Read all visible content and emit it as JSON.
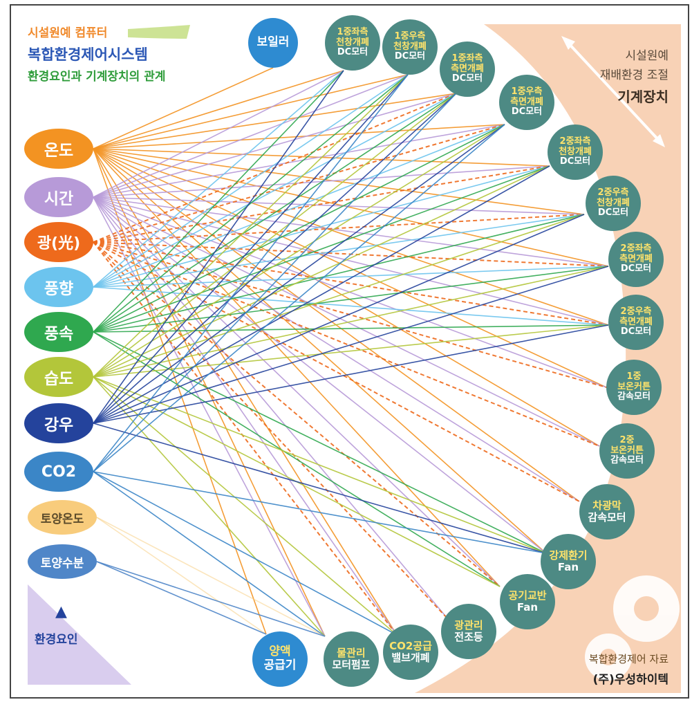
{
  "header": {
    "line1": "시설원예 컴퓨터",
    "line2": "복합환경제어시스템",
    "line3": "환경요인과 기계장치의 관계"
  },
  "device_title": {
    "line1": "시설원예",
    "line2": "재배환경 조절",
    "line3": "기계장치"
  },
  "env_label": {
    "arrow": "▲",
    "text": "환경요인"
  },
  "footer": {
    "line1": "복합환경제어 자료",
    "line2": "(주)우성하이텍"
  },
  "env_factors": [
    {
      "id": "temp",
      "label": "온도",
      "color": "#f39322"
    },
    {
      "id": "time",
      "label": "시간",
      "color": "#b79ad8"
    },
    {
      "id": "light",
      "label": "광(光)",
      "color": "#ee6a1c"
    },
    {
      "id": "winddir",
      "label": "풍향",
      "color": "#6cc4ee"
    },
    {
      "id": "windspeed",
      "label": "풍속",
      "color": "#2fa84f"
    },
    {
      "id": "humidity",
      "label": "습도",
      "color": "#b3c63a"
    },
    {
      "id": "rain",
      "label": "강우",
      "color": "#24439c"
    },
    {
      "id": "co2",
      "label": "CO2",
      "color": "#3b86c7"
    },
    {
      "id": "soiltemp",
      "label": "토양온도",
      "color": "#f8cc7c"
    },
    {
      "id": "soilmoist",
      "label": "토양수분",
      "color": "#4f86c8"
    }
  ],
  "devices": [
    {
      "id": "boiler",
      "line1": "보일러",
      "line2": "",
      "color": "#2e8bd1"
    },
    {
      "id": "d1",
      "line1": "1중좌측",
      "line2": "천창개폐",
      "line3": "DC모터",
      "color": "#4d8a84"
    },
    {
      "id": "d2",
      "line1": "1중우측",
      "line2": "천창개폐",
      "line3": "DC모터",
      "color": "#4d8a84"
    },
    {
      "id": "d3",
      "line1": "1중좌측",
      "line2": "측면개폐",
      "line3": "DC모터",
      "color": "#4d8a84"
    },
    {
      "id": "d4",
      "line1": "1중우측",
      "line2": "측면개폐",
      "line3": "DC모터",
      "color": "#4d8a84"
    },
    {
      "id": "d5",
      "line1": "2중좌측",
      "line2": "천창개폐",
      "line3": "DC모터",
      "color": "#4d8a84"
    },
    {
      "id": "d6",
      "line1": "2중우측",
      "line2": "천창개폐",
      "line3": "DC모터",
      "color": "#4d8a84"
    },
    {
      "id": "d7",
      "line1": "2중좌측",
      "line2": "측면개폐",
      "line3": "DC모터",
      "color": "#4d8a84"
    },
    {
      "id": "d8",
      "line1": "2중우측",
      "line2": "측면개폐",
      "line3": "DC모터",
      "color": "#4d8a84"
    },
    {
      "id": "d9",
      "line1": "1중",
      "line2": "보온커튼",
      "line3": "감속모터",
      "color": "#4d8a84"
    },
    {
      "id": "d10",
      "line1": "2중",
      "line2": "보온커튼",
      "line3": "감속모터",
      "color": "#4d8a84"
    },
    {
      "id": "d11",
      "line1": "차광막",
      "line2": "감속모터",
      "line3": "",
      "color": "#4d8a84"
    },
    {
      "id": "d12",
      "line1": "강제환기",
      "line2": "Fan",
      "line3": "",
      "color": "#4d8a84"
    },
    {
      "id": "d13",
      "line1": "공기교반",
      "line2": "Fan",
      "line3": "",
      "color": "#4d8a84"
    },
    {
      "id": "d14",
      "line1": "광관리",
      "line2": "전조등",
      "line3": "",
      "color": "#4d8a84"
    },
    {
      "id": "d15",
      "line1": "CO2공급",
      "line2": "밸브개폐",
      "line3": "",
      "color": "#4d8a84"
    },
    {
      "id": "d16",
      "line1": "물관리",
      "line2": "모터펌프",
      "line3": "",
      "color": "#4d8a84"
    },
    {
      "id": "d17",
      "line1": "양액",
      "line2": "공급기",
      "line3": "",
      "color": "#2e8bd1"
    }
  ]
}
